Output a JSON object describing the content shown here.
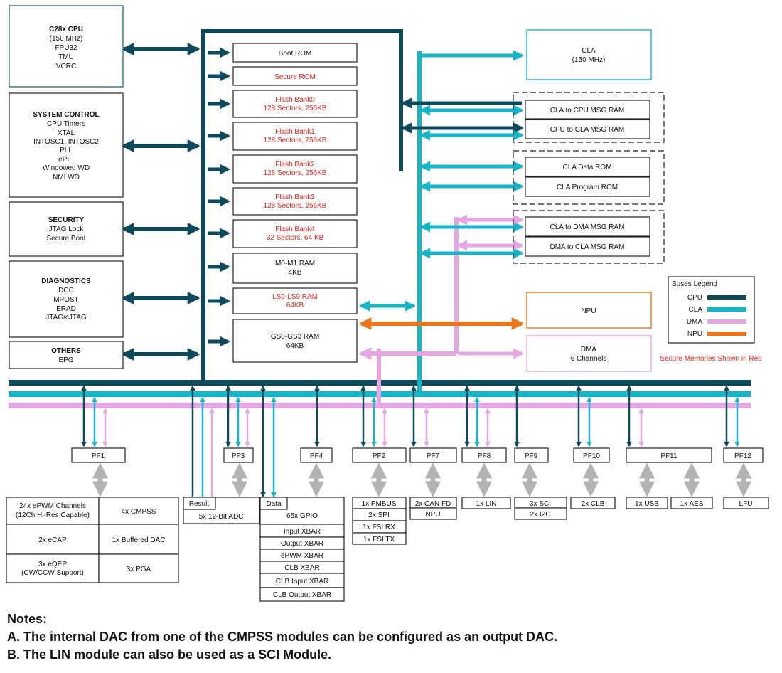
{
  "colors": {
    "cpu": "#0f4a5c",
    "cla": "#17b5c8",
    "dma": "#e6a6e3",
    "npu": "#e8761c",
    "secure_text": "#e8231c",
    "peripheral_arrow": "#b3b3b3"
  },
  "left_blocks": {
    "cpu": {
      "title": "C28x CPU",
      "lines": [
        "(150 MHz)",
        "FPU32",
        "TMU",
        "VCRC"
      ]
    },
    "system_control": {
      "title": "SYSTEM CONTROL",
      "lines": [
        "CPU Timers",
        "XTAL",
        "INTOSC1, INTOSC2",
        "PLL",
        "ePIE",
        "Windowed WD",
        "NMI WD"
      ]
    },
    "security": {
      "title": "SECURITY",
      "lines": [
        "JTAG Lock",
        "Secure Boot"
      ]
    },
    "diagnostics": {
      "title": "DIAGNOSTICS",
      "lines": [
        "DCC",
        "MPOST",
        "ERAD",
        "JTAG/cJTAG"
      ]
    },
    "others": {
      "title": "OTHERS",
      "lines": [
        "EPG"
      ]
    }
  },
  "memory": {
    "boot_rom": [
      "Boot ROM"
    ],
    "secure_rom": [
      "Secure ROM"
    ],
    "flash0": [
      "Flash Bank0",
      "128 Sectors, 256KB"
    ],
    "flash1": [
      "Flash Bank1",
      "128 Sectors, 256KB"
    ],
    "flash2": [
      "Flash Bank2",
      "128 Sectors, 256KB"
    ],
    "flash3": [
      "Flash Bank3",
      "128 Sectors, 256KB"
    ],
    "flash4": [
      "Flash Bank4",
      "32 Sectors, 64 KB"
    ],
    "m0m1": [
      "M0-M1 RAM",
      "4KB"
    ],
    "ls": [
      "LS0-LS9 RAM",
      "64KB"
    ],
    "gs": [
      "GS0-GS3 RAM",
      "64KB"
    ]
  },
  "right_blocks": {
    "cla": [
      "CLA",
      "(150 MHz)"
    ],
    "cla_to_cpu": "CLA to CPU MSG RAM",
    "cpu_to_cla": "CPU to CLA MSG RAM",
    "cla_data_rom": "CLA Data ROM",
    "cla_program_rom": "CLA Program ROM",
    "cla_to_dma": "CLA to DMA MSG RAM",
    "dma_to_cla": "DMA to CLA MSG RAM",
    "npu": "NPU",
    "dma": [
      "DMA",
      "6 Channels"
    ]
  },
  "legend": {
    "title": "Buses Legend",
    "items": [
      "CPU",
      "CLA",
      "DMA",
      "NPU"
    ],
    "secure_note": "Secure Memories Shown in Red"
  },
  "pf": {
    "pf1": "PF1",
    "pf3": "PF3",
    "pf4": "PF4",
    "pf2": "PF2",
    "pf7": "PF7",
    "pf8": "PF8",
    "pf9": "PF9",
    "pf10": "PF10",
    "pf11": "PF11",
    "pf12": "PF12"
  },
  "peripherals": {
    "epwm": [
      "24x ePWM Channels",
      "(12Ch Hi-Res Capable)"
    ],
    "cmpss": "4x CMPSS",
    "ecap": "2x eCAP",
    "dac": "1x Buffered DAC",
    "eqep": [
      "3x eQEP",
      "(CW/CCW Support)"
    ],
    "pga": "3x PGA",
    "result": "Result",
    "adc": "5x 12-Bit ADC",
    "data": "Data",
    "gpio": "65x GPIO",
    "xbar": [
      "Input XBAR",
      "Output XBAR",
      "ePWM XBAR",
      "CLB XBAR",
      "CLB Input XBAR",
      "CLB Output XBAR"
    ],
    "pf2_list": [
      "1x PMBUS",
      "2x SPI",
      "1x FSI RX",
      "1x FSI TX"
    ],
    "pf7_list": [
      "2x CAN FD",
      "NPU"
    ],
    "lin": "1x LIN",
    "pf9_list": [
      "3x SCI",
      "2x I2C"
    ],
    "clb": "2x CLB",
    "usb": "1x USB",
    "aes": "1x AES",
    "lfu": "LFU"
  },
  "notes": {
    "title": "Notes:",
    "a": "A. The internal DAC from one of the CMPSS modules can be configured as an output DAC.",
    "b": "B. The LIN module can also be used as a SCI Module."
  }
}
